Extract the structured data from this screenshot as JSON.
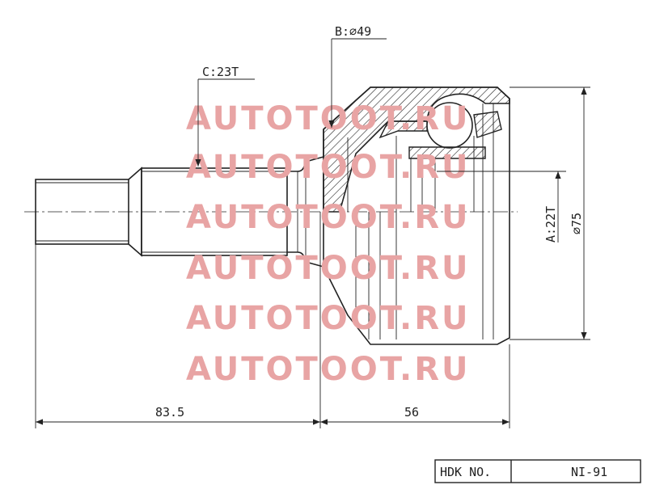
{
  "labels": {
    "b_diameter": "B:⌀49",
    "c_spline": "C:23T",
    "a_spline": "A:22T",
    "outer_diameter": "⌀75",
    "length_shaft": "83.5",
    "length_body": "56"
  },
  "title_block": {
    "label": "HDK NO.",
    "value": "NI-91"
  },
  "watermark": {
    "text": "AUTOTOOT.RU",
    "color": "#e8a4a4"
  },
  "colors": {
    "line": "#222222",
    "background": "#ffffff"
  }
}
